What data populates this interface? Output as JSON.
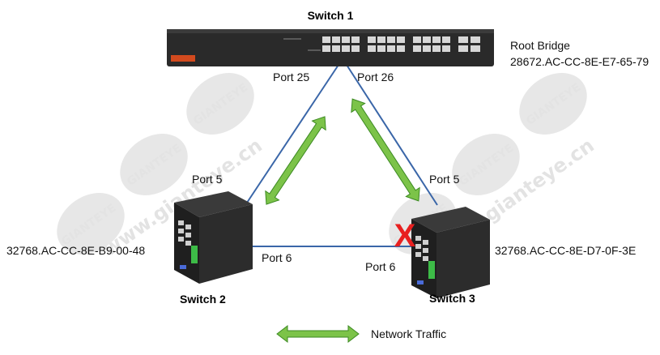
{
  "switch1": {
    "title": "Switch 1",
    "role": "Root  Bridge",
    "bridge_id": "28672.AC-CC-8E-E7-65-79",
    "port_left": "Port 25",
    "port_right": "Port 26"
  },
  "switch2": {
    "title": "Switch 2",
    "bridge_id": "32768.AC-CC-8E-B9-00-48",
    "port_top": "Port 5",
    "port_side": "Port 6"
  },
  "switch3": {
    "title": "Switch 3",
    "bridge_id": "32768.AC-CC-8E-D7-0F-3E",
    "port_top": "Port 5",
    "port_side": "Port 6"
  },
  "legend": {
    "label": "Network Traffic"
  },
  "watermark": {
    "brand": "GIANTEYE",
    "site": "www.gianteye.cn"
  },
  "colors": {
    "link": "#3a66a8",
    "traffic": "#7cc349",
    "traffic_outline": "#3c8a22",
    "blocked": "#e82020",
    "switch_body": "#2a2a2a",
    "port": "#d7d7d7"
  },
  "blocked_marker": "X"
}
